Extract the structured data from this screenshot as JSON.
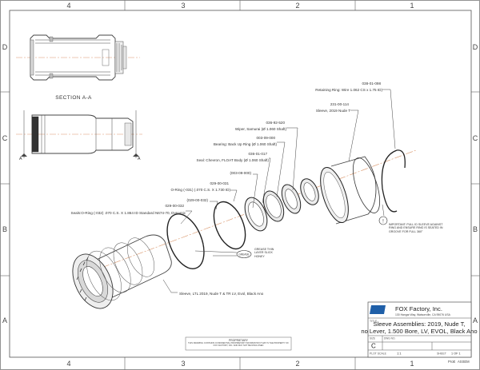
{
  "sheet": {
    "zones_top": [
      "4",
      "3",
      "2",
      "1"
    ],
    "zones_bottom": [
      "4",
      "3",
      "2",
      "1"
    ],
    "zones_left": [
      "D",
      "C",
      "B",
      "A"
    ],
    "zones_right": [
      "D",
      "C",
      "B",
      "A"
    ]
  },
  "section": {
    "label": "SECTION  A-A",
    "arrow_letter": "A"
  },
  "callouts": {
    "retaining_ring": {
      "part_no": "038-01-098",
      "desc": "Retaining Ring: Wire 1.062 CS x 1.75 ID)"
    },
    "sleeve": {
      "part_no": "231-00-114",
      "desc": "Sleeve, 2019 Nude T"
    },
    "wiper": {
      "part_no": "036-92-520",
      "desc": "Wiper, Samurai (Ø 1.060 Shaft)"
    },
    "backup_ring": {
      "part_no": "003-09-000",
      "desc": "Bearing: Back Up Ring (Ø 1.060 Shaft)"
    },
    "seal_chevron": {
      "part_no": "036-01-017",
      "desc": "Seal: Chevron, FLOAT Body (Ø 1.060 Shaft)"
    },
    "ref_003": {
      "part_no": "(003-09-000)"
    },
    "oring_031": {
      "part_no": "029-00-031",
      "desc": "O-Ring (-031) (.070 C.S. X 1.730 ID)"
    },
    "ref_029": {
      "part_no": "(029-00-032)"
    },
    "oring_032": {
      "part_no": "029-00-032",
      "desc": "Seals:O-Ring (-032) .070 C.S. X 1.864 ID Standard N674-70, Dynamic"
    },
    "grease": {
      "marker": "GREASE",
      "desc": "GREASE THIN LAYER SLICK HONEY"
    },
    "important": {
      "marker": "!",
      "desc": "IMPORTANT: PULL ID SLEEVE AGAINST RING AND ENSURE RING IS SEATED IN GROOVE FOR FULL 360°"
    },
    "assembly": {
      "desc": "Sleeve, LTL 2019, Nude T & TR LV, Evol, Black Ano"
    }
  },
  "title_block": {
    "company": "FOX Factory, Inc.",
    "address_line": "130 Hangar Way, Watsonville, CA 95076 USA",
    "title_label": "TITLE",
    "title_lines": [
      "Sleeve Assemblies: 2019, Nude T,",
      "no Lever, 1.500 Bore, LV, EVOL, Black Ano"
    ],
    "size_label": "SIZE",
    "dwg_label": "DWG NO.",
    "size": "C",
    "scale_label": "PLOT SCALE",
    "scale": "1:1",
    "sheet_label": "SHEET",
    "sheet": "1 OF 1",
    "proe_label": "ProE",
    "proe_value": "ASSEM",
    "proprietary_title": "PROPRIETARY",
    "proprietary_text": "THIS DRAWING CONTAINS CONFIDENTIAL PROPRIETARY INFORMATION THAT IS THE PROPERTY OF FOX FACTORY, INC. AND MAY NOT BE DISCLOSED"
  }
}
